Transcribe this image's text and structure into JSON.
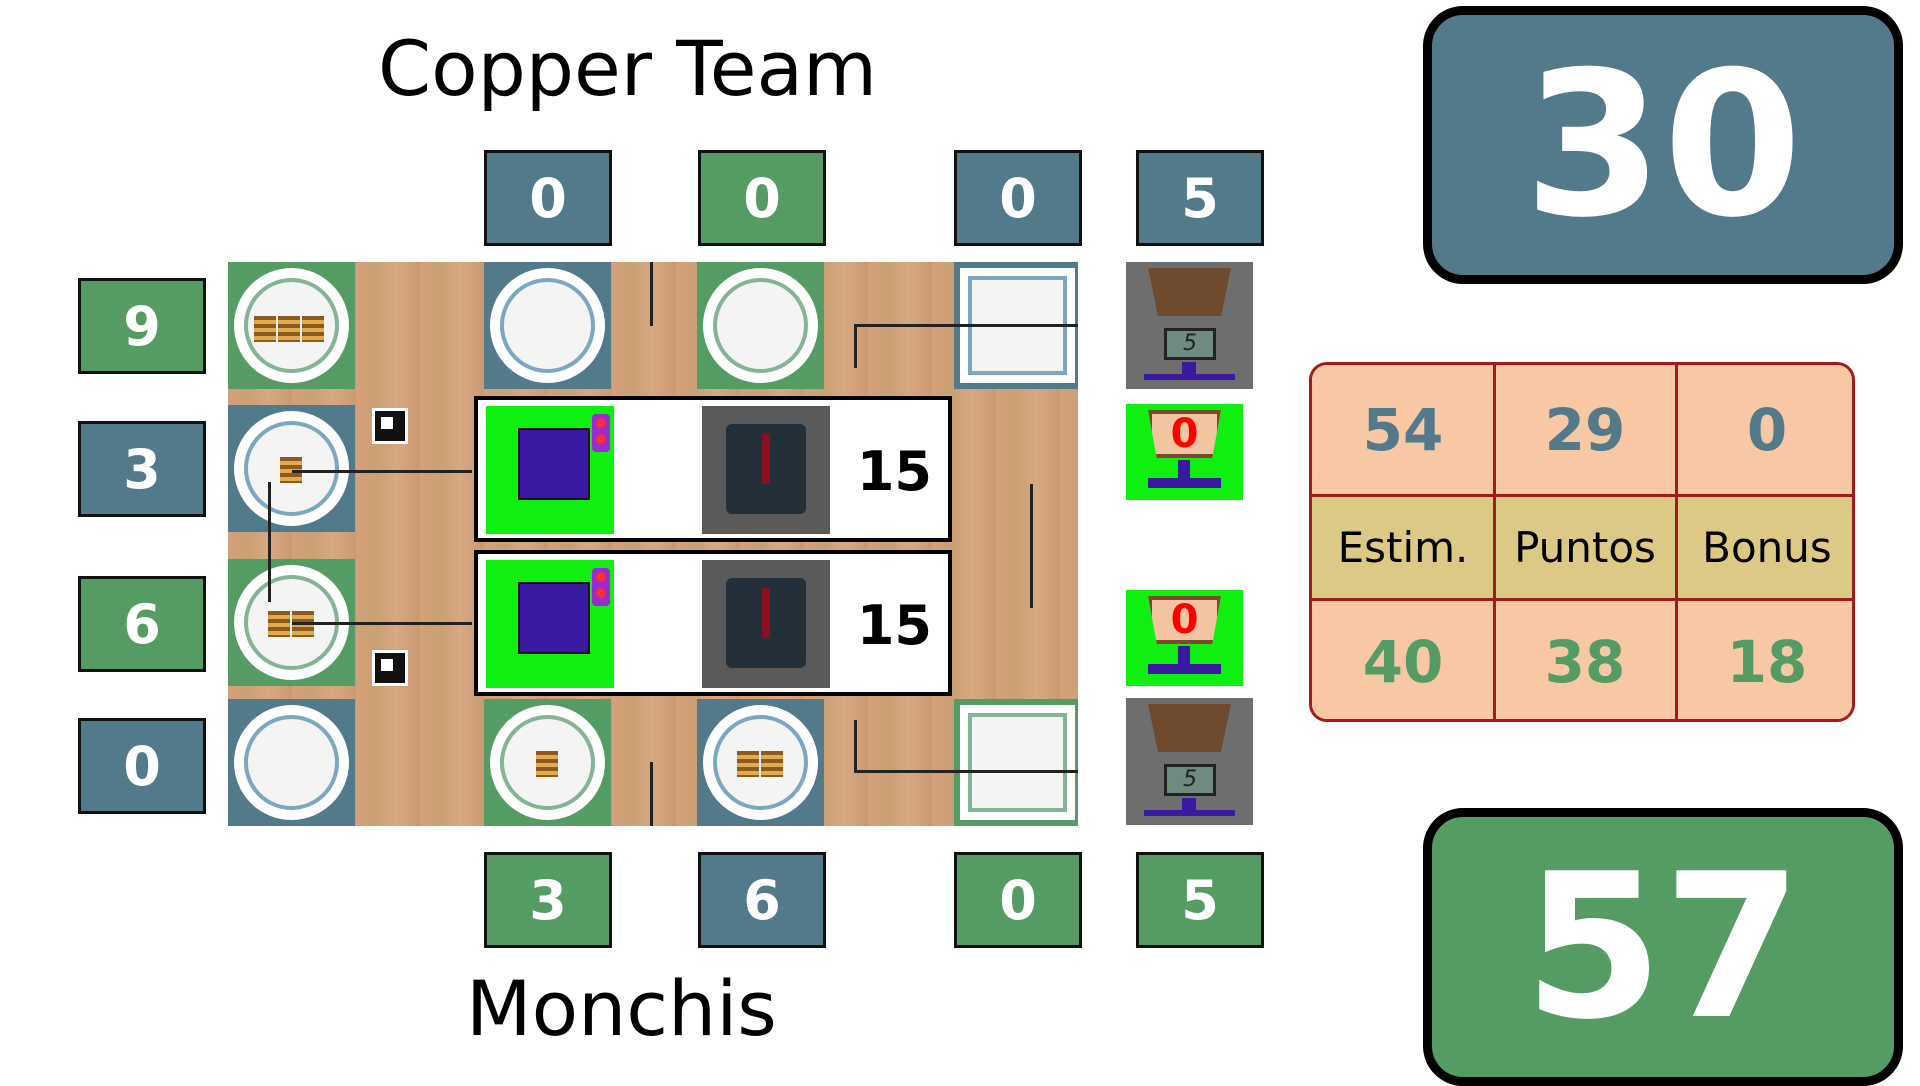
{
  "teams": {
    "top_name": "Copper Team",
    "bottom_name": "Monchis",
    "top_score": "30",
    "bottom_score": "57"
  },
  "column_counters": {
    "top": [
      "0",
      "0",
      "0",
      "5"
    ],
    "bottom": [
      "3",
      "6",
      "0",
      "5"
    ]
  },
  "row_counters": [
    "9",
    "3",
    "6",
    "0"
  ],
  "robots": [
    {
      "number": "15"
    },
    {
      "number": "15"
    }
  ],
  "scales": {
    "top_display": "5",
    "bottom_display": "5",
    "green_top_value": "0",
    "green_bottom_value": "0"
  },
  "score_table": {
    "top": [
      "54",
      "29",
      "0"
    ],
    "labels": [
      "Estim.",
      "Puntos",
      "Bonus"
    ],
    "bottom": [
      "40",
      "38",
      "18"
    ]
  },
  "colors": {
    "blue_team": "#537a8a",
    "green_team": "#559c64",
    "robot_green": "#10f010",
    "table_peach": "#f8c8a5",
    "table_tan": "#dcc985",
    "table_border": "#a21a1a"
  }
}
